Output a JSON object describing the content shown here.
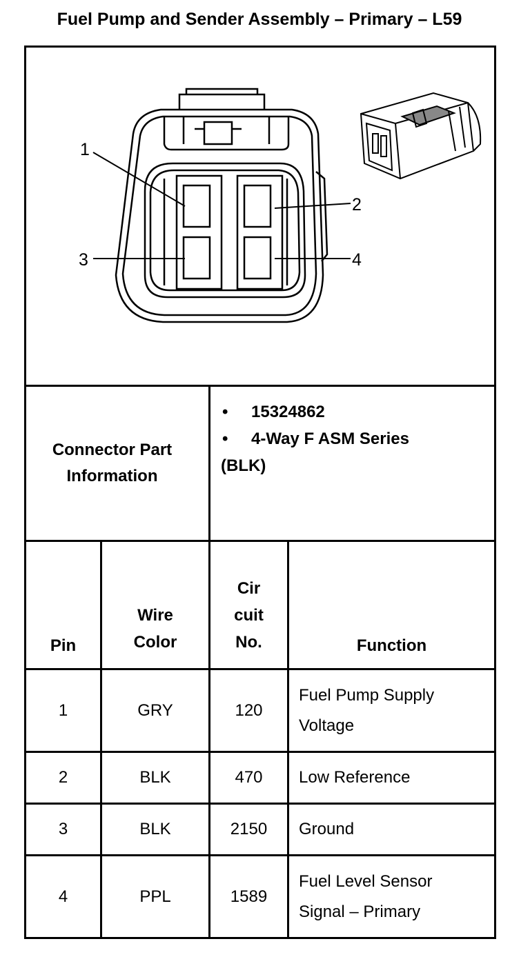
{
  "title": "Fuel Pump and Sender Assembly – Primary – L59",
  "diagram": {
    "pin_labels": [
      "1",
      "2",
      "3",
      "4"
    ]
  },
  "connector": {
    "label": "Connector Part Information",
    "part_number": "15324862",
    "series": "4-Way F ASM Series",
    "color": "(BLK)"
  },
  "table": {
    "headers": {
      "pin": "Pin",
      "wire_color": "Wire Color",
      "circuit": "Cir cuit No.",
      "function": "Function"
    },
    "rows": [
      {
        "pin": "1",
        "wire_color": "GRY",
        "circuit": "120",
        "function": "Fuel Pump Supply Voltage"
      },
      {
        "pin": "2",
        "wire_color": "BLK",
        "circuit": "470",
        "function": "Low Reference"
      },
      {
        "pin": "3",
        "wire_color": "BLK",
        "circuit": "2150",
        "function": "Ground"
      },
      {
        "pin": "4",
        "wire_color": "PPL",
        "circuit": "1589",
        "function": "Fuel Level Sensor Signal – Primary"
      }
    ]
  }
}
